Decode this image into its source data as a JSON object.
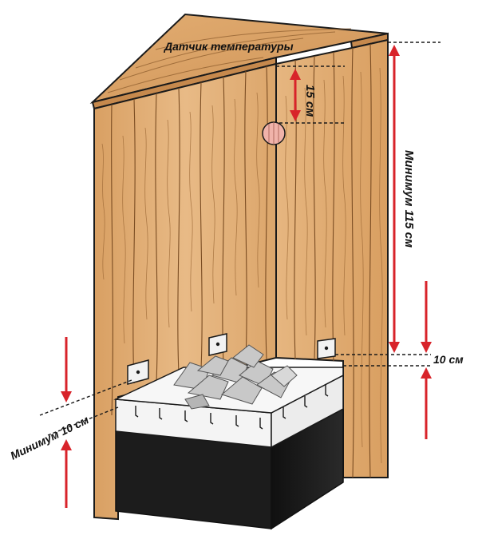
{
  "labels": {
    "sensor": "Датчик температуры",
    "gap_15": "15 см",
    "min_115": "Минимум 115 см",
    "gap_10_right": "10 см",
    "min_10_left": "Минимум 10 см"
  },
  "colors": {
    "wood_light": "#e7b783",
    "wood_mid": "#d79f63",
    "wood_grain": "#8a5a2b",
    "outline": "#1a1a1a",
    "dimension_arrow": "#d8232a",
    "heater_body": "#1e1e1e",
    "heater_top": "#f4f4f4",
    "stones": "#c9c9c9",
    "sensor_bulb": "#f0b3aa"
  }
}
